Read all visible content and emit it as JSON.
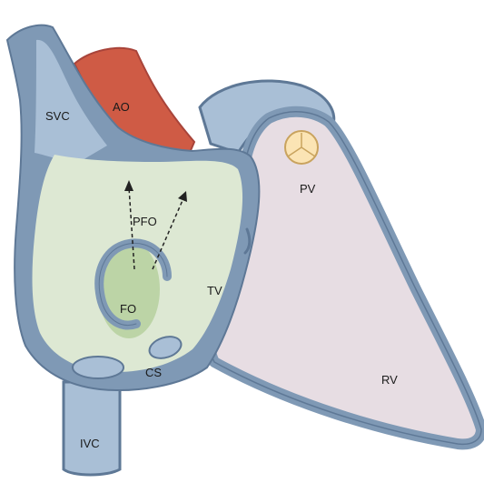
{
  "labels": {
    "svc": "SVC",
    "ao": "AO",
    "pv": "PV",
    "pfo": "PFO",
    "tv": "TV",
    "fo": "FO",
    "cs": "CS",
    "rv": "RV",
    "ivc": "IVC"
  },
  "colors": {
    "wall": "#7f99b5",
    "wall_stroke": "#5e7896",
    "vessel_fill": "#a9bfd6",
    "atrium_fill": "#dde8d3",
    "fossa_fill": "#bcd4a6",
    "ventricle_fill": "#e7dde3",
    "aorta_fill": "#cf5b45",
    "valve_fill": "#fbe4b4"
  }
}
